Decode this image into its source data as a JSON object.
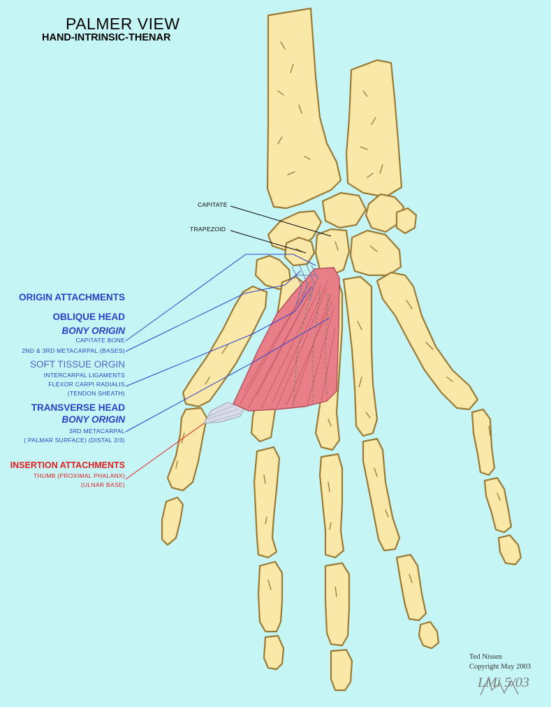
{
  "title": "PALMER VIEW",
  "subtitle": "HAND-INTRINSIC-THENAR",
  "bone_labels": {
    "capitate": "CAPITATE",
    "trapezoid": "TRAPEZOID"
  },
  "origin": {
    "heading": "ORIGIN ATTACHMENTS",
    "oblique_head": "OBLIQUE HEAD",
    "bony_origin": "BONY ORIGIN",
    "capitate_bone": "CAPITATE BONE",
    "metacarpal_bases": "2ND & 3RD METACARPAL (BASES)",
    "soft_tissue_origin": "SOFT TISSUE ORGIN",
    "intercarpal": "INTERCARPAL LIGAMENTS",
    "fcr": "FLEXOR CARPI RADIALIS",
    "tendon_sheath": "(TENDON SHEATH)",
    "transverse_head": "TRANSVERSE HEAD",
    "transverse_bony_origin": "BONY ORIGIN",
    "third_metacarpal": "3RD METACARPAL",
    "palmar_surface": "( PALMAR SURFACE) (DISTAL 2/3)"
  },
  "insertion": {
    "heading": "INSERTION ATTACHMENTS",
    "thumb": "THUMB (PROXIMAL PHALANX)",
    "ulnar_base": "(ULNAR BASE)"
  },
  "credit": {
    "author": "Ted Nissen",
    "copyright": "Copyright May 2003",
    "signature": "LMi 5/03"
  },
  "colors": {
    "background": "#c5f5f5",
    "bone_fill": "#fae8a8",
    "bone_stroke": "#9a7a34",
    "muscle_fill": "#e87e88",
    "tendon_fill": "#d8dce8",
    "origin_text": "#2a3fc8",
    "insertion_text": "#e02020"
  }
}
